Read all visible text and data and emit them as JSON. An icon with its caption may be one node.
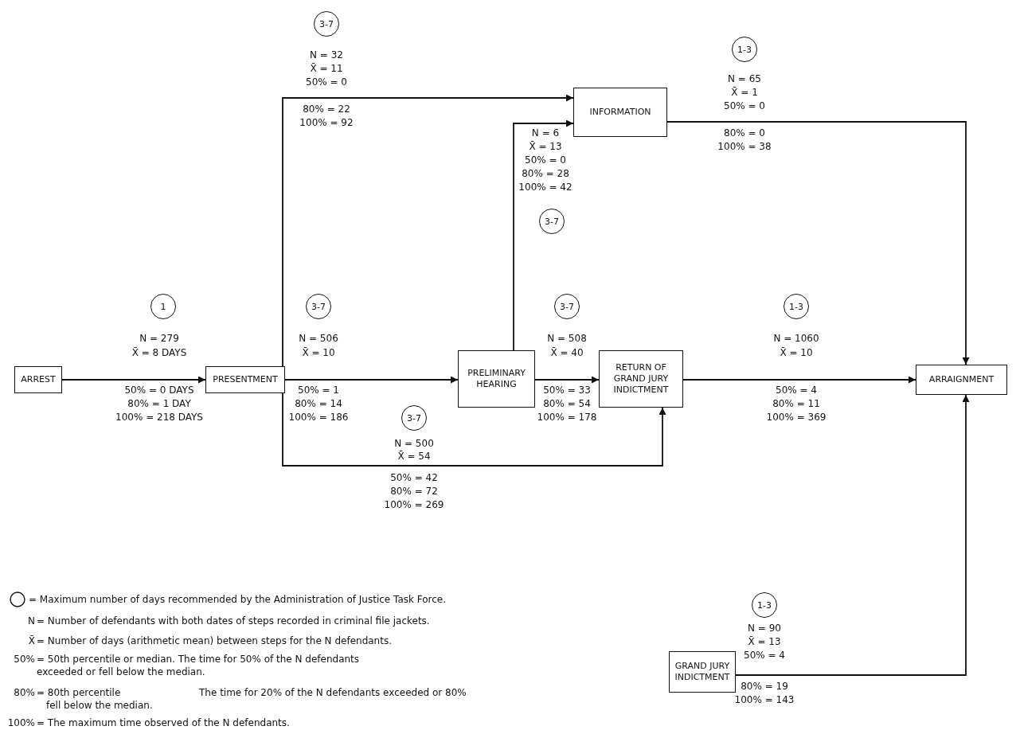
{
  "diagram": {
    "nodes": [
      {
        "text": [
          "ARREST"
        ]
      },
      {
        "text": [
          "PRESENTMENT"
        ]
      },
      {
        "text": [
          "PRELIMINARY HEARING"
        ]
      },
      {
        "text": [
          "RETURN OF GRAND JURY INDICTMENT"
        ]
      },
      {
        "text": [
          "INFORMATION"
        ]
      },
      {
        "text": [
          "ARRAIGNMENT"
        ]
      },
      {
        "text": [
          "GRAND JURY INDICTMENT"
        ]
      },
      {
        "text": [
          "3-7"
        ],
        "beside": [
          "N = 32",
          "X̄ = 11",
          "50% = 0",
          "80% = 22",
          "100% = 92"
        ]
      },
      {
        "text": [
          "1-3"
        ],
        "beside": [
          "N = 65",
          "X̄ = 1",
          "50% = 0",
          "80% = 0",
          "100% = 38"
        ]
      },
      {
        "text": [
          "3-7"
        ],
        "beside": [
          "N = 6",
          "X̄ = 13",
          "50% = 0",
          "80% = 28",
          "100% = 42"
        ]
      },
      {
        "text": [
          "1"
        ],
        "beside": [
          "N = 279",
          "X̄ = 8 DAYS",
          "50% = 0 DAYS",
          "80% = 1 DAY",
          "100% = 218 DAYS"
        ]
      },
      {
        "text": [
          "3-7"
        ],
        "beside": [
          "N = 506",
          "X̄ = 10",
          "50% = 1",
          "80% = 14",
          "100% = 186"
        ]
      },
      {
        "text": [
          "3-7"
        ],
        "beside": [
          "N = 508",
          "X̄ = 40",
          "50% = 33",
          "80% = 54",
          "100% = 178"
        ]
      },
      {
        "text": [
          "1-3"
        ],
        "beside": [
          "N = 1060",
          "X̄ = 10",
          "50% = 4",
          "80% = 11",
          "100% = 369"
        ]
      },
      {
        "text": [
          "3-7"
        ],
        "beside": [
          "N = 500",
          "X̄ = 54",
          "50% = 42",
          "80% = 72",
          "100% = 269"
        ]
      },
      {
        "text": [
          "1-3"
        ],
        "beside": [
          "N = 90",
          "X̄ = 13",
          "50% = 4",
          "80% = 19",
          "100% = 143"
        ]
      }
    ],
    "edges": [
      {
        "from": 0,
        "to": 1,
        "arrow": "to"
      },
      {
        "from": 1,
        "to": 2,
        "arrow": "to"
      },
      {
        "from": 2,
        "to": 3,
        "arrow": "to"
      },
      {
        "from": 3,
        "to": 5,
        "arrow": "to"
      },
      {
        "from": 1,
        "to": 4,
        "arrow": "to"
      },
      {
        "from": 2,
        "to": 4,
        "arrow": "to"
      },
      {
        "from": 1,
        "to": 3,
        "arrow": "to"
      },
      {
        "from": 4,
        "to": 5,
        "arrow": "to"
      },
      {
        "from": 6,
        "to": 5,
        "arrow": "to"
      }
    ],
    "labels": [
      "N",
      "= Number of defendants with both dates of steps recorded in criminal file jackets.",
      "X̄",
      "= Number of days (arithmetic mean) between steps for the N defendants.",
      "50%",
      "= 50th percentile or median. The time for 50% of the N defendants exceeded or fell below the median.",
      "80%",
      "= 80th percentile",
      "The time for 20% of the N defendants exceeded or 80%",
      "fell below the median.",
      "100%",
      "= The maximum time observed of the N defendants."
    ],
    "legend": [
      {
        "text": "= Maximum number of days recommended by the Administration of Justice Task Force."
      }
    ]
  }
}
